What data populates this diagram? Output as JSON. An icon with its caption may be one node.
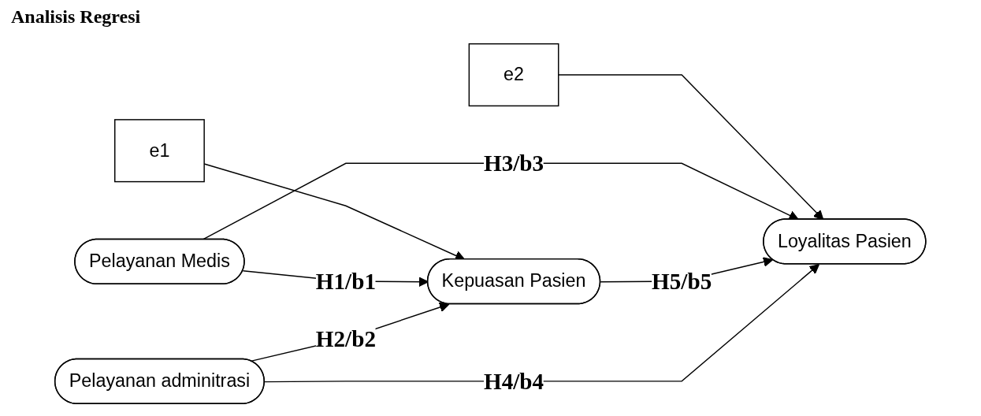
{
  "diagram": {
    "title": "Analisis Regresi",
    "nodes": [
      {
        "text": [
          "e1"
        ]
      },
      {
        "text": [
          "e2"
        ]
      },
      {
        "text": [
          "Pelayanan Medis"
        ]
      },
      {
        "text": [
          "Kepuasan Pasien"
        ]
      },
      {
        "text": [
          "Pelayanan adminitrasi"
        ]
      },
      {
        "text": [
          "Loyalitas Pasien"
        ]
      }
    ],
    "edges": [
      {
        "from": 0,
        "to": 3,
        "arrow": "to"
      },
      {
        "from": 1,
        "to": 5,
        "arrow": "to"
      },
      {
        "from": 2,
        "to": 5,
        "arrow": "to",
        "label": "H3/b3"
      },
      {
        "from": 2,
        "to": 3,
        "arrow": "to",
        "label": "H1/b1"
      },
      {
        "from": 4,
        "to": 3,
        "arrow": "to",
        "label": "H2/b2"
      },
      {
        "from": 3,
        "to": 5,
        "arrow": "to",
        "label": "H5/b5"
      },
      {
        "from": 4,
        "to": 5,
        "arrow": "to",
        "label": "H4/b4"
      }
    ]
  }
}
